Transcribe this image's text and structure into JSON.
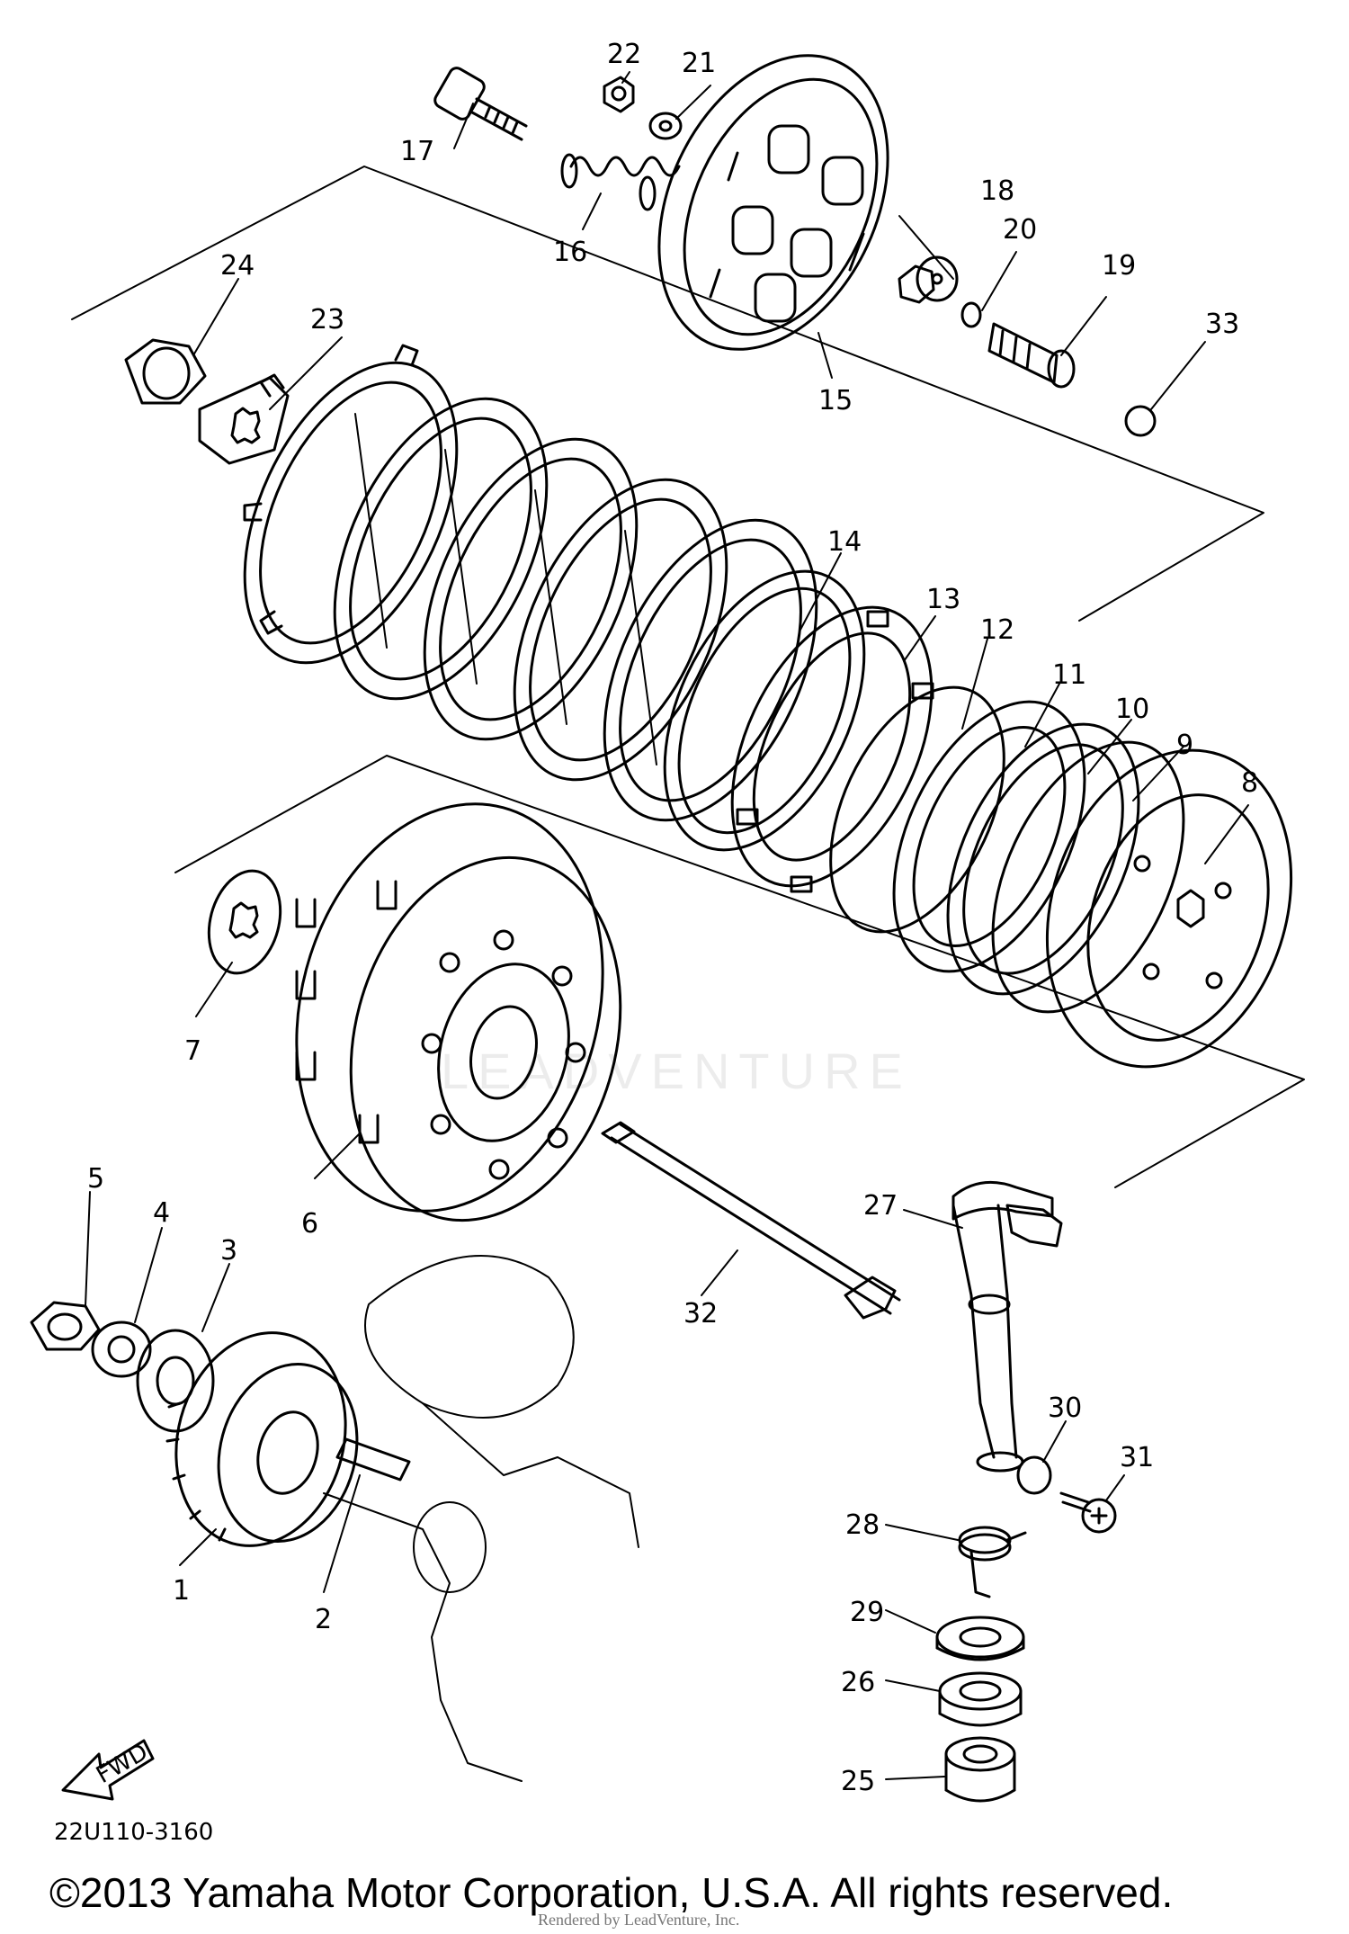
{
  "diagram": {
    "callouts": [
      "1",
      "2",
      "3",
      "4",
      "5",
      "6",
      "7",
      "8",
      "9",
      "10",
      "11",
      "12",
      "13",
      "14",
      "15",
      "16",
      "17",
      "18",
      "19",
      "20",
      "21",
      "22",
      "23",
      "24",
      "25",
      "26",
      "27",
      "28",
      "29",
      "30",
      "31",
      "32",
      "33"
    ],
    "diagram_code": "22U110-3160",
    "direction_marker": "FWD",
    "copyright": "©2013 Yamaha Motor Corporation, U.S.A. All rights reserved.",
    "render_credit": "Rendered by LeadVenture, Inc.",
    "watermark": "LEADVENTURE"
  }
}
